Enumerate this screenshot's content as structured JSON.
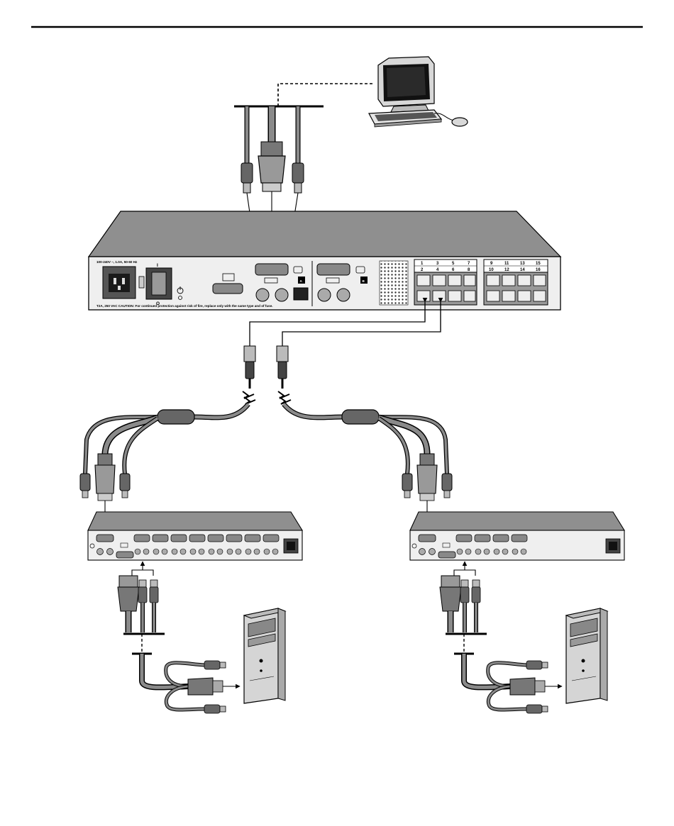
{
  "header_rule": true,
  "console": {
    "monitor": "monitor-icon",
    "keyboard": "keyboard-icon",
    "mouse": "mouse-icon"
  },
  "kvm_switch": {
    "power_rating": "100-240V ~, 1.0A, 50-60 Hz",
    "fuse_caution": "T2A, 250 VAC   CAUTION: For continued protection against risk of fire, replace only with the same type and of fuse.",
    "switch_on": "I",
    "switch_off": "O",
    "user_a": "A",
    "user_b": "B",
    "port_rows": [
      [
        "1",
        "3",
        "5",
        "7"
      ],
      [
        "2",
        "4",
        "6",
        "8"
      ],
      [
        "9",
        "11",
        "13",
        "15"
      ],
      [
        "10",
        "12",
        "14",
        "16"
      ]
    ]
  },
  "cascade_left": {
    "name": "8-port-cascade-switch",
    "ports": 8
  },
  "cascade_right": {
    "name": "4-port-cascade-switch",
    "ports": 4
  },
  "colors": {
    "line": "#000000",
    "chassis_top": "#8f8f8f",
    "chassis_face": "#efefef",
    "cable": "#7a7a7a"
  }
}
